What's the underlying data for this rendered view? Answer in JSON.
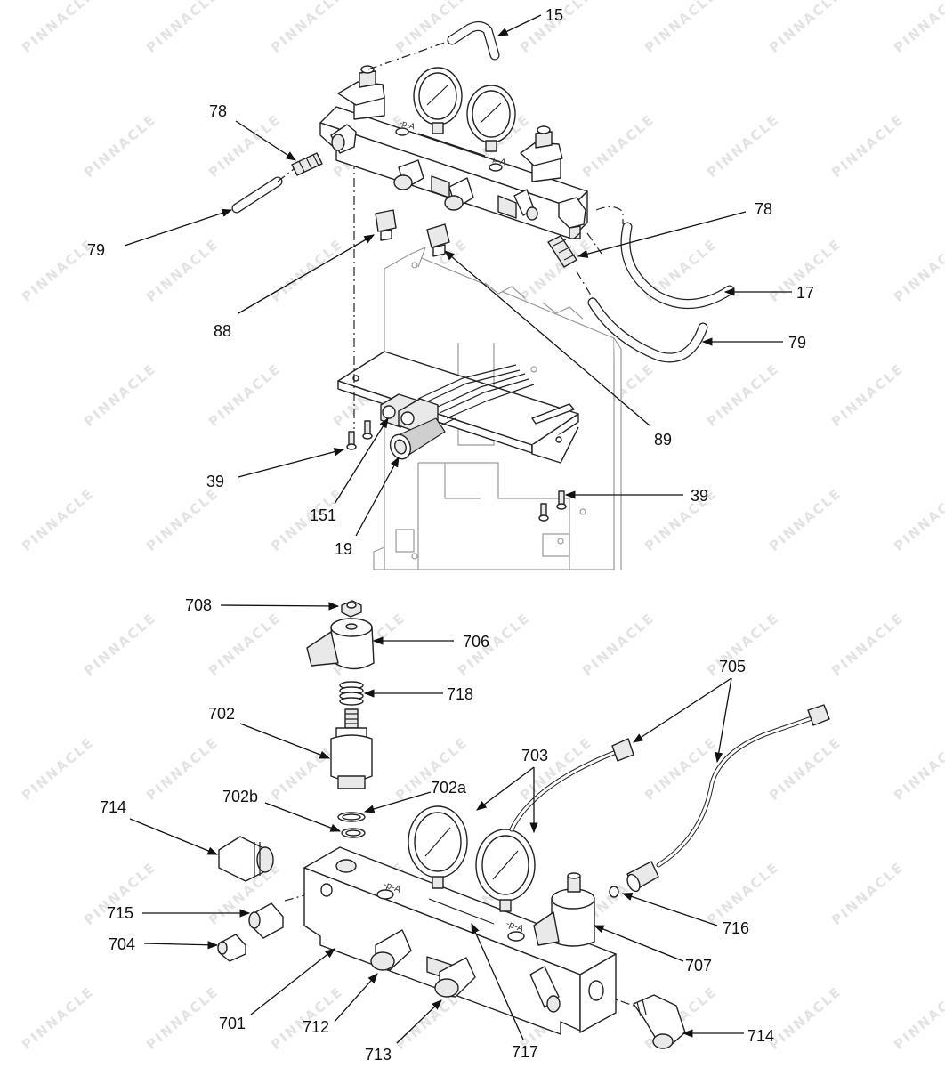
{
  "labels": {
    "top": [
      "15",
      "78",
      "79",
      "78",
      "17",
      "79",
      "88",
      "89",
      "39",
      "39",
      "151",
      "19"
    ],
    "bottom": [
      "708",
      "706",
      "718",
      "702",
      "702a",
      "702b",
      "703",
      "705",
      "714",
      "715",
      "704",
      "716",
      "707",
      "701",
      "712",
      "713",
      "717",
      "714"
    ]
  },
  "watermark": "PINNACLE"
}
